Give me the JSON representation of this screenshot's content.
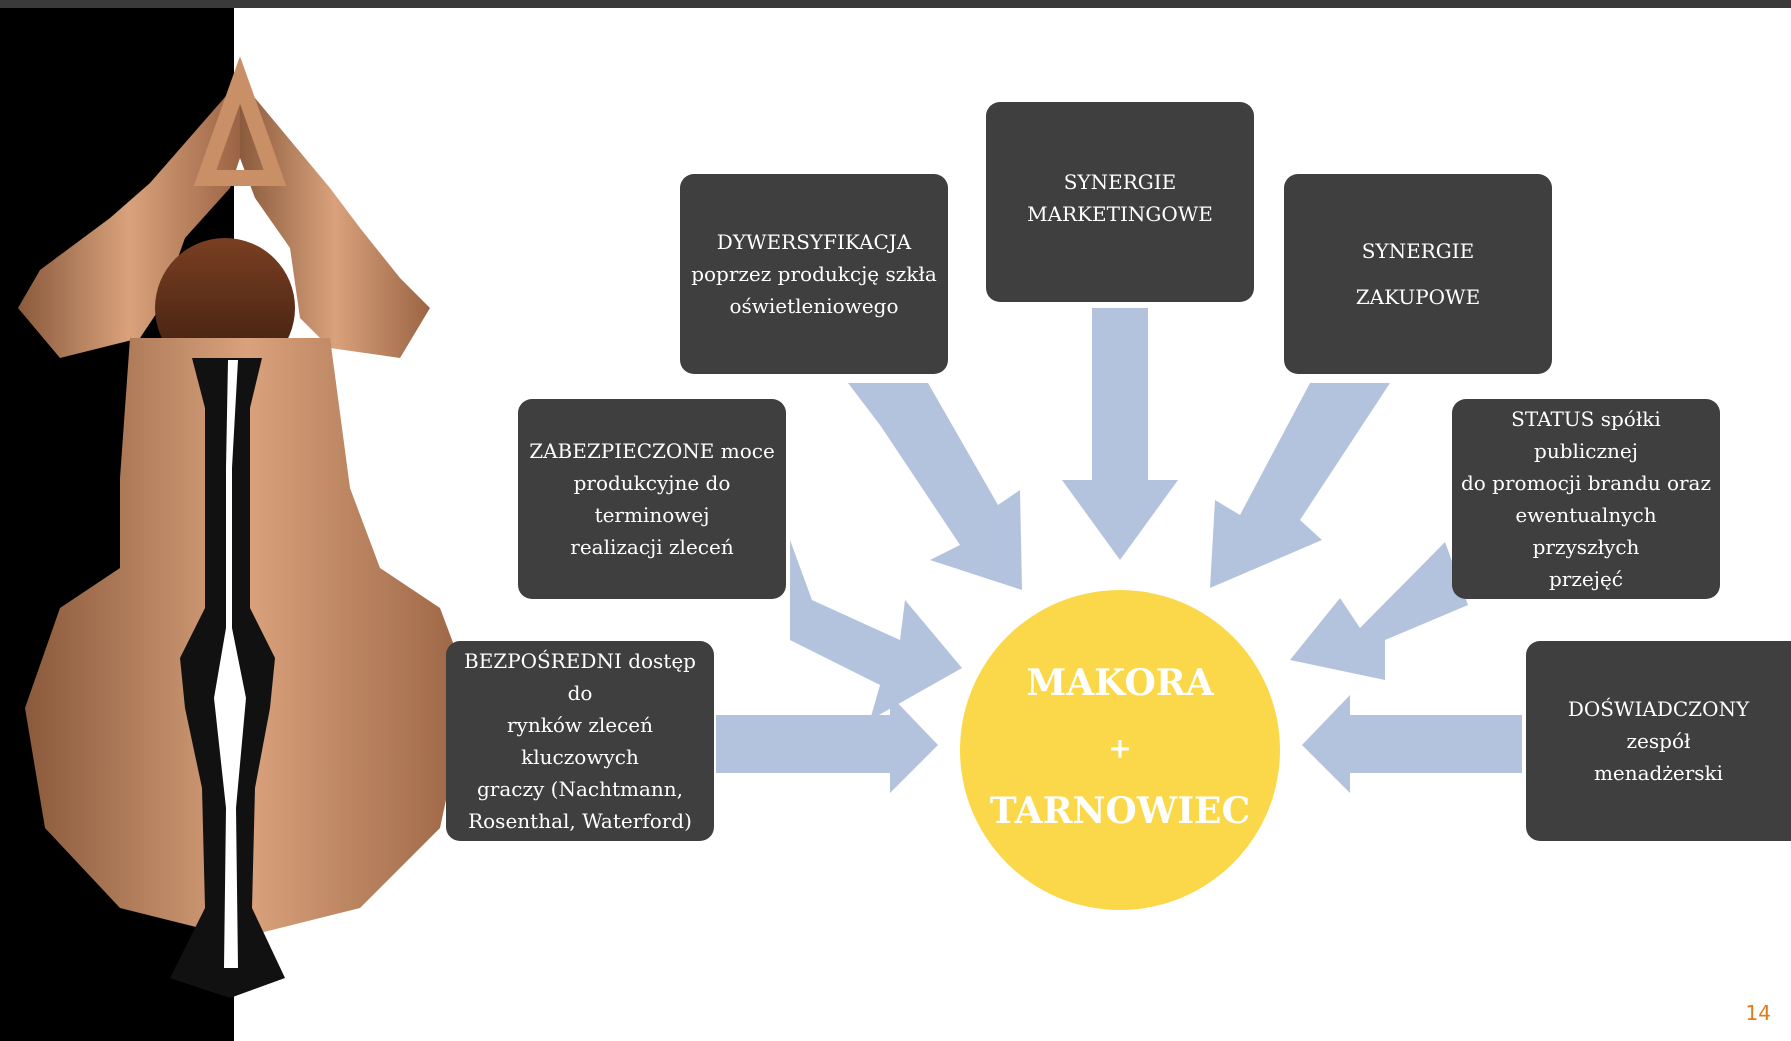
{
  "colors": {
    "box_fill": "#3f3f3f",
    "hub_fill": "#fbd84a",
    "arrow_fill": "#b4c3dd",
    "page_number": "#e07b1a"
  },
  "hub": {
    "line1": "MAKORA",
    "plus": "+",
    "line2": "TARNOWIEC"
  },
  "boxes": {
    "dywersyfikacja": [
      "DYWERSYFIKACJA",
      "poprzez produkcję szkła",
      "oświetleniowego"
    ],
    "synergie_marketingowe": [
      "SYNERGIE",
      "MARKETINGOWE"
    ],
    "synergie_zakupowe": [
      "SYNERGIE",
      "ZAKUPOWE"
    ],
    "zabezpieczone": [
      "ZABEZPIECZONE moce",
      "produkcyjne do terminowej",
      "realizacji zleceń"
    ],
    "status": [
      "STATUS spółki publicznej",
      "do promocji brandu oraz",
      "ewentualnych przyszłych",
      "przejęć"
    ],
    "bezposredni": [
      "BEZPOŚREDNI dostęp do",
      "rynków zleceń kluczowych",
      "graczy (Nachtmann,",
      "Rosenthal, Waterford)"
    ],
    "doswiadczony": [
      "DOŚWIADCZONY zespół",
      "menadżerski"
    ]
  },
  "page_number": "14"
}
